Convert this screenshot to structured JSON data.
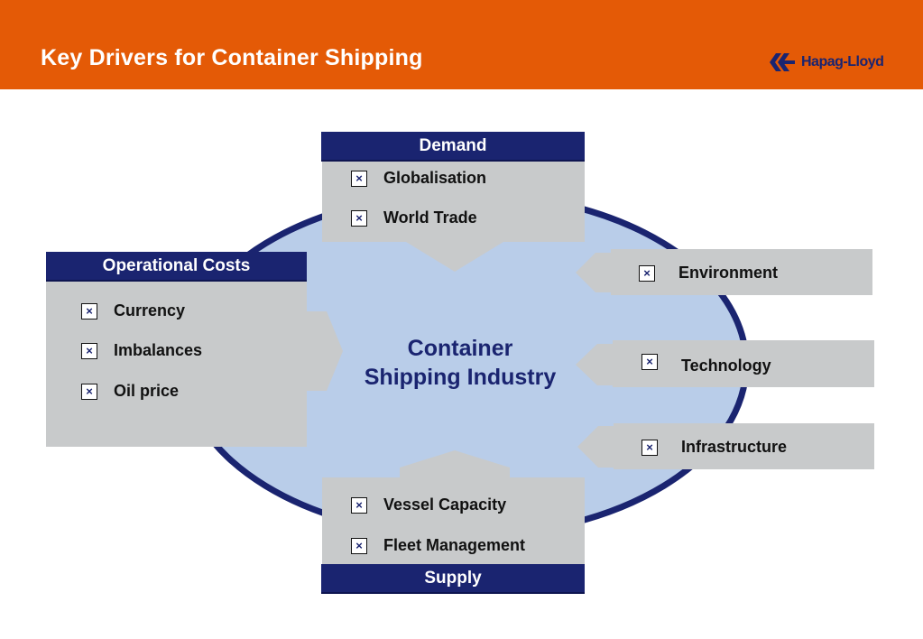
{
  "slide": {
    "title": "Key Drivers for Container Shipping",
    "logo_text": "Hapag-Lloyd"
  },
  "colors": {
    "header_orange": "#e45a06",
    "navy": "#1a2470",
    "oval_fill": "#b9cde9",
    "box_gray": "#c8cacb"
  },
  "diagram": {
    "center": {
      "line1": "Container",
      "line2": "Shipping Industry"
    },
    "demand": {
      "heading": "Demand",
      "items": [
        "Globalisation",
        "World Trade"
      ]
    },
    "operational_costs": {
      "heading": "Operational Costs",
      "items": [
        "Currency",
        "Imbalances",
        "Oil price"
      ]
    },
    "supply": {
      "heading": "Supply",
      "items": [
        "Vessel Capacity",
        "Fleet Management"
      ]
    },
    "right_drivers": [
      "Environment",
      "Technology",
      "Infrastructure"
    ],
    "checkbox_mark": "×"
  }
}
